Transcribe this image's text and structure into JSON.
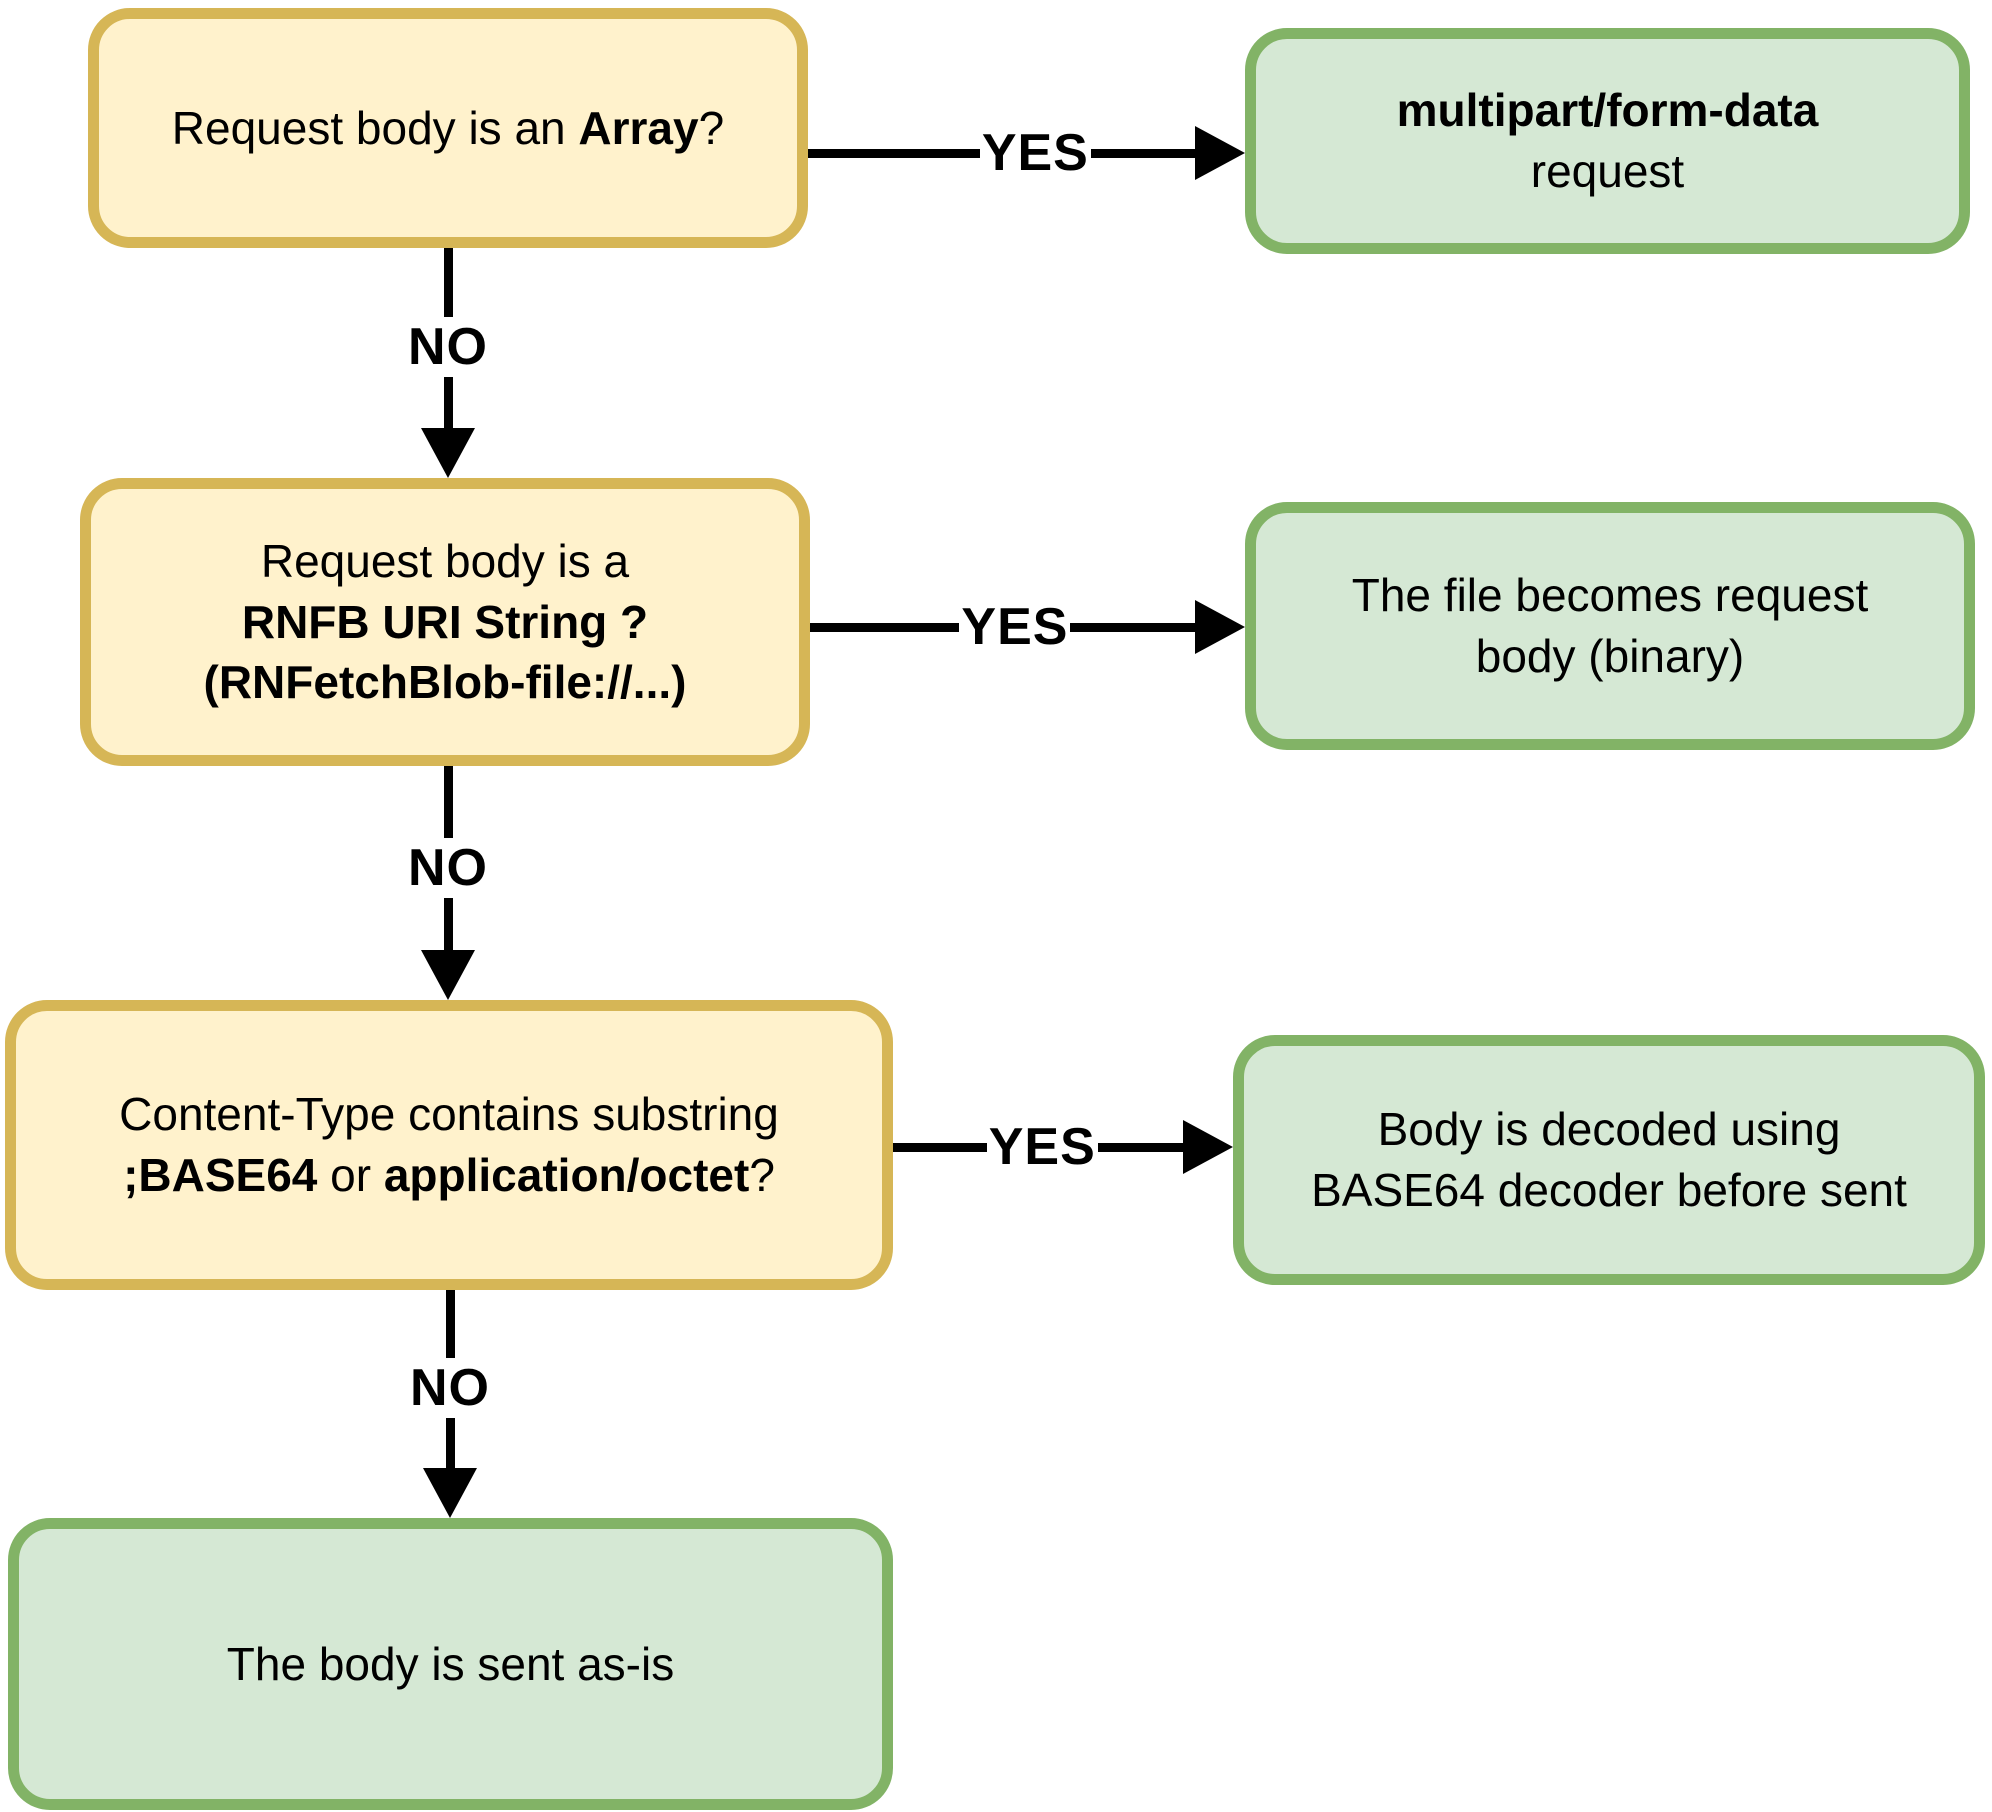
{
  "labels": {
    "yes": "YES",
    "no": "NO"
  },
  "colors": {
    "yellow_fill": "#FFF2CC",
    "yellow_border": "#D6B656",
    "green_fill": "#D5E8D4",
    "green_border": "#82B366",
    "line": "#000000"
  },
  "nodes": {
    "q_array": {
      "lines": [
        {
          "parts": [
            {
              "text": "Request body is an "
            },
            {
              "text": "Array",
              "bold": true
            },
            {
              "text": "?"
            }
          ]
        }
      ]
    },
    "a_multipart": {
      "lines": [
        {
          "parts": [
            {
              "text": "multipart/form-data",
              "bold": true
            }
          ]
        },
        {
          "parts": [
            {
              "text": "request"
            }
          ]
        }
      ]
    },
    "q_rnfb_uri": {
      "lines": [
        {
          "parts": [
            {
              "text": "Request body is a"
            }
          ]
        },
        {
          "parts": [
            {
              "text": "RNFB URI String ?",
              "bold": true
            }
          ]
        },
        {
          "parts": [
            {
              "text": "(RNFetchBlob-file://...)",
              "bold": true
            }
          ]
        }
      ]
    },
    "a_file_binary": {
      "lines": [
        {
          "parts": [
            {
              "text": "The file becomes request"
            }
          ]
        },
        {
          "parts": [
            {
              "text": "body (binary)"
            }
          ]
        }
      ]
    },
    "q_content_type": {
      "lines": [
        {
          "parts": [
            {
              "text": "Content-Type contains substring"
            }
          ]
        },
        {
          "parts": [
            {
              "text": ";BASE64",
              "bold": true
            },
            {
              "text": " or "
            },
            {
              "text": "application/octet",
              "bold": true
            },
            {
              "text": "?"
            }
          ]
        }
      ]
    },
    "a_base64_decode": {
      "lines": [
        {
          "parts": [
            {
              "text": "Body is decoded using"
            }
          ]
        },
        {
          "parts": [
            {
              "text": "BASE64 decoder before sent"
            }
          ]
        }
      ]
    },
    "a_sent_as_is": {
      "lines": [
        {
          "parts": [
            {
              "text": "The body is sent as-is"
            }
          ]
        }
      ]
    }
  }
}
